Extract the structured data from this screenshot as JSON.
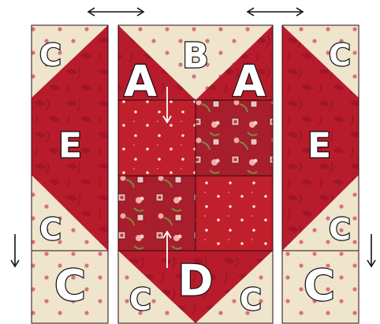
{
  "labels": {
    "a": "A",
    "b": "B",
    "c": "C",
    "d": "D",
    "e": "E"
  },
  "colors": {
    "cream": "#efe4cc",
    "cream_dot": "#d9717d",
    "red": "#b81c2c",
    "red_dark": "#8e1220",
    "print_red": "#c0202c",
    "print_floral": "#a81e2c",
    "outline": "#1a0a0a"
  }
}
